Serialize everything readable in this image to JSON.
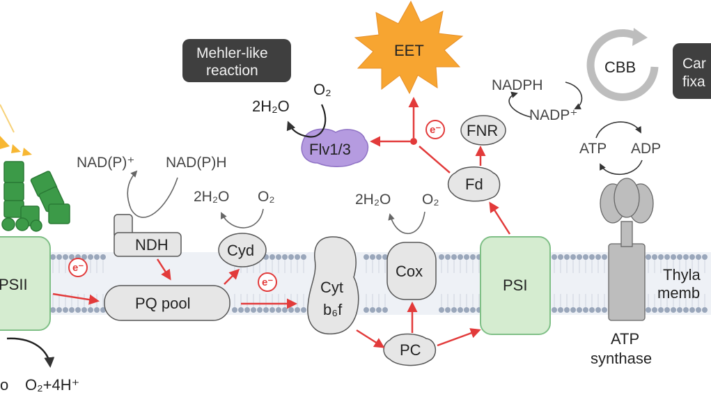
{
  "labels": {
    "psii": "PSII",
    "o2_4h": "O₂+4H⁺",
    "nadp_plus": "NAD(P)⁺",
    "nadph_left": "NAD(P)H",
    "ndh": "NDH",
    "pq_pool": "PQ pool",
    "cyd_h2o": "2H₂O",
    "cyd_o2": "O₂",
    "cyd": "Cyd",
    "cyt_line1": "Cyt",
    "cyt_line2": "b₆f",
    "cox_h2o": "2H₂O",
    "cox_o2": "O₂",
    "cox": "Cox",
    "pc": "PC",
    "psi": "PSI",
    "fd": "Fd",
    "fnr": "FNR",
    "flv": "Flv1/3",
    "mehler_line1": "Mehler-like",
    "mehler_line2": "reaction",
    "flv_h2o": "2H₂O",
    "flv_o2": "O₂",
    "eet": "EET",
    "nadph": "NADPH",
    "nadp": "NADP⁺",
    "cbb": "CBB",
    "carbon_line1": "Car",
    "carbon_line2": "fixa",
    "atp": "ATP",
    "adp": "ADP",
    "atp_synthase_line1": "ATP",
    "atp_synthase_line2": "synthase",
    "thylakoid_line1": "Thyla",
    "thylakoid_line2": "memb",
    "electron": "e⁻"
  },
  "colors": {
    "membrane_head": "#9aa7bb",
    "membrane_tail": "#d6dce6",
    "protein_fill": "#e6e6e6",
    "protein_stroke": "#555555",
    "photosystem_fill": "#d5ecd0",
    "photosystem_stroke": "#7fbf86",
    "electron_arrow": "#e23a3a",
    "flv_fill": "#b59be0",
    "eet_fill": "#f7a531",
    "dark_box": "#3f3f3f",
    "antenna": "#3c9a48",
    "black_arrow": "#333333"
  }
}
